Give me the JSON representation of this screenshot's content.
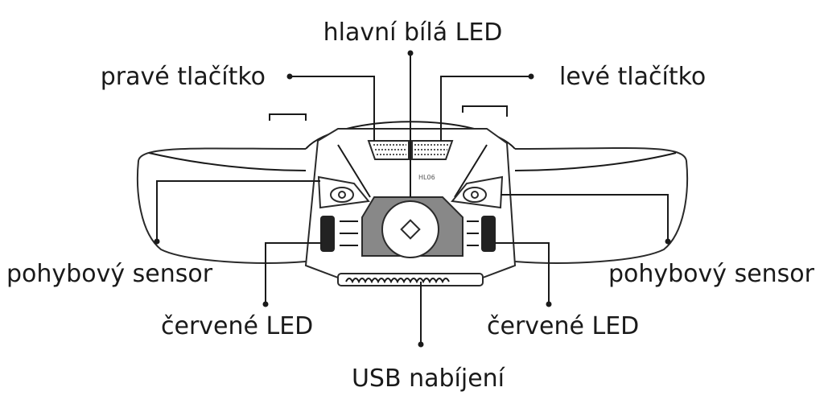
{
  "labels": {
    "main_led": "hlavní bílá LED",
    "right_button": "pravé tlačítko",
    "left_button": "levé tlačítko",
    "motion_sensor_left": "pohybový sensor",
    "motion_sensor_right": "pohybový sensor",
    "red_led_left": "červené LED",
    "red_led_right": "červené LED",
    "usb_charging": "USB nabíjení"
  },
  "device": {
    "model": "HL06"
  },
  "colors": {
    "ink": "#1a1a1a",
    "background": "#ffffff"
  }
}
